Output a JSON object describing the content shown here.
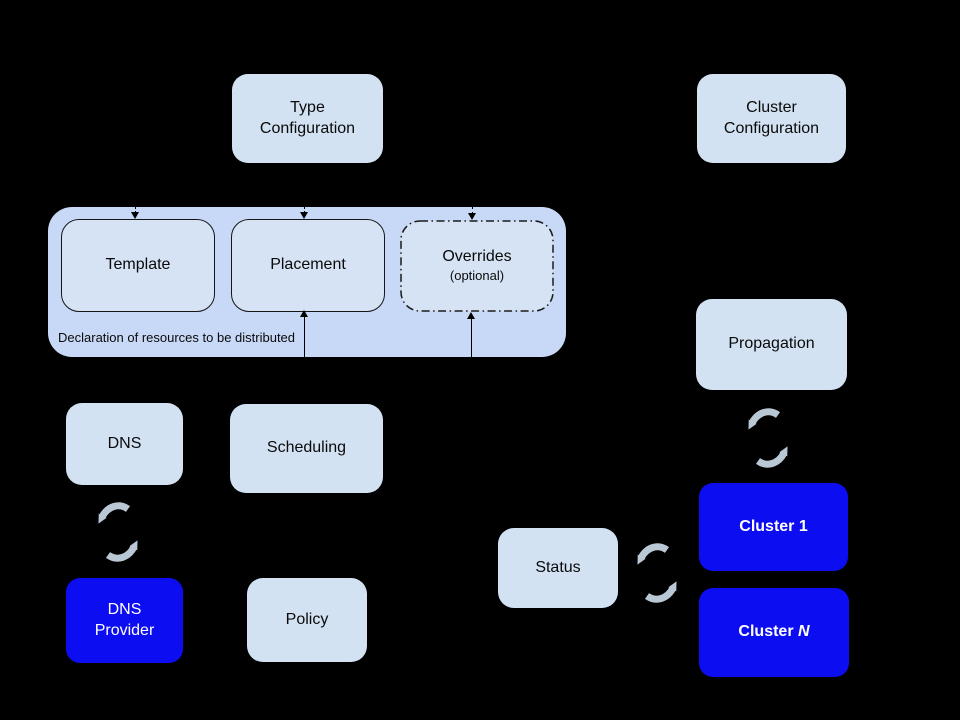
{
  "colors": {
    "background": "#000000",
    "container_fill": "#c8d9f7",
    "box_fill_light": "#d3e2f3",
    "box_fill_inner": "#d6e3f4",
    "box_fill_blue": "#0d0df2",
    "sync_arrow": "#b9c8d4",
    "connector_line": "#000000",
    "text_dark": "#0a0a0a",
    "text_light": "#ffffff"
  },
  "boxes": {
    "type_config": {
      "line1": "Type",
      "line2": "Configuration"
    },
    "cluster_config": {
      "line1": "Cluster",
      "line2": "Configuration"
    },
    "template": {
      "label": "Template"
    },
    "placement": {
      "label": "Placement"
    },
    "overrides": {
      "label": "Overrides",
      "sublabel": "(optional)"
    },
    "dns": {
      "label": "DNS"
    },
    "scheduling": {
      "label": "Scheduling"
    },
    "policy": {
      "label": "Policy"
    },
    "dns_provider": {
      "line1": "DNS",
      "line2": "Provider"
    },
    "status": {
      "label": "Status"
    },
    "propagation": {
      "label": "Propagation"
    },
    "cluster_1": {
      "label": "Cluster 1"
    },
    "cluster_n": {
      "prefix": "Cluster ",
      "suffix": "N"
    }
  },
  "container": {
    "caption": "Declaration of resources to be distributed"
  },
  "icons": {
    "sync": "two curved arrows forming a refresh/sync cycle"
  }
}
